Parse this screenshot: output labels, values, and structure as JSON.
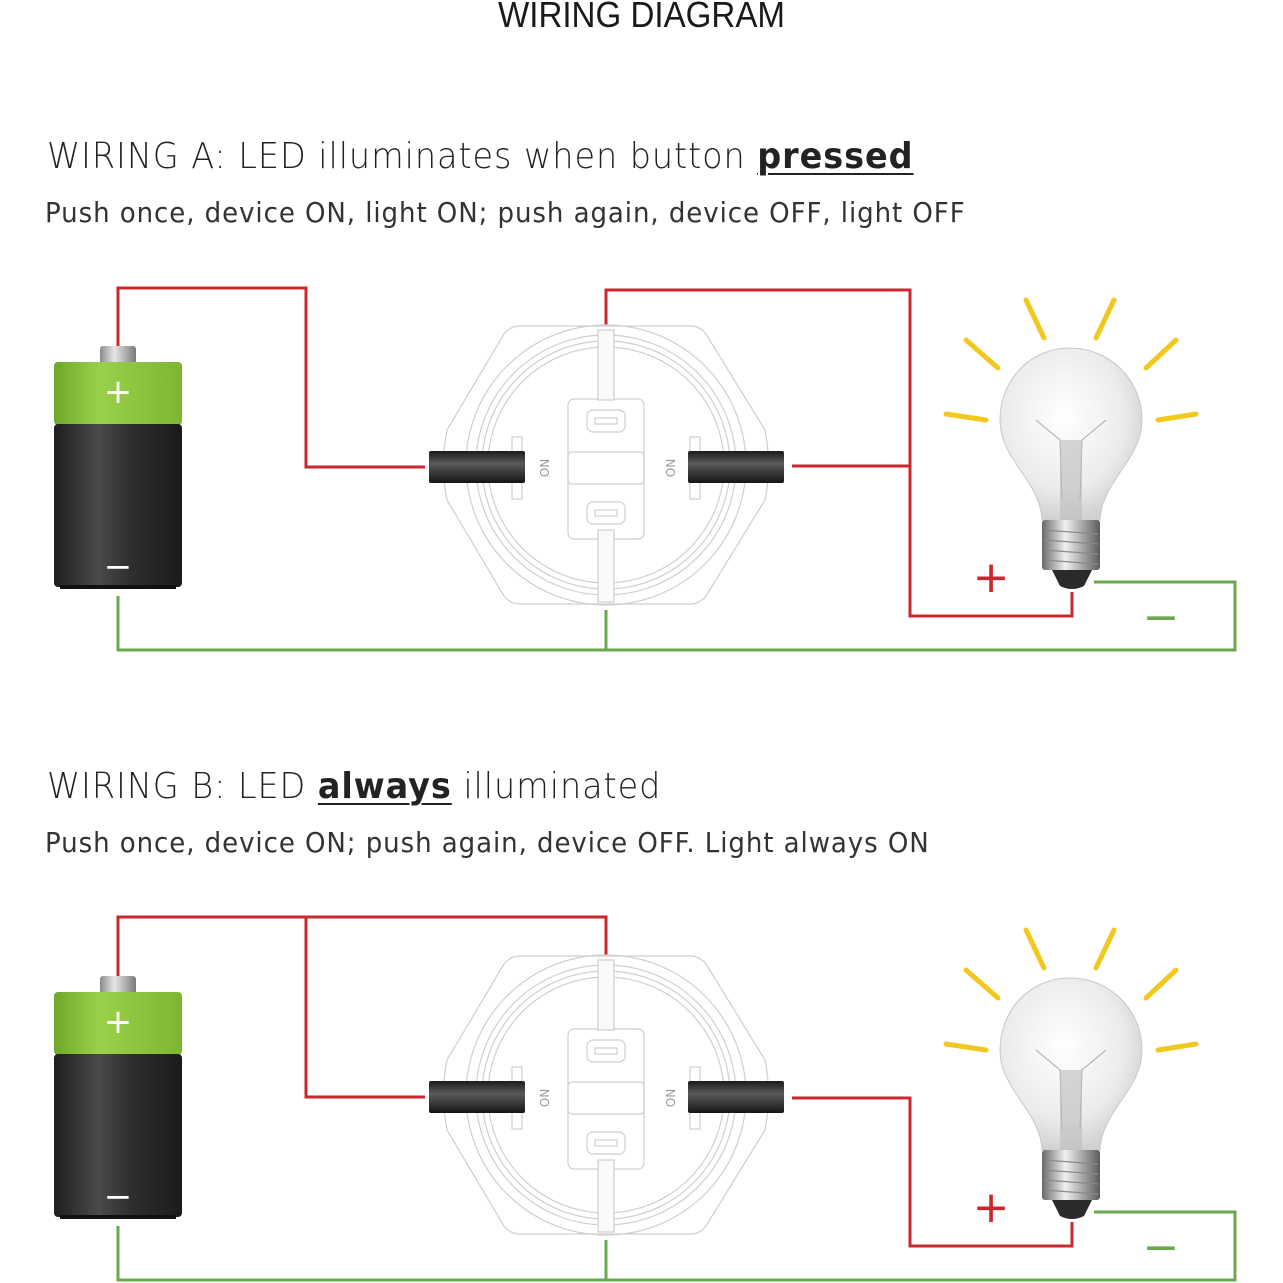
{
  "title": "WIRING DIAGRAM",
  "wiring_a": {
    "heading_prefix": "WIRING A: LED illuminates when button ",
    "heading_emphasis": "pressed",
    "heading_suffix": "",
    "description": "Push once, device ON, light ON; push again, device OFF, light OFF",
    "switch_label_left": "NO",
    "switch_label_right": "NO",
    "battery_plus": "+",
    "battery_minus": "−",
    "bulb_plus": "+",
    "bulb_minus": "−"
  },
  "wiring_b": {
    "heading_prefix": "WIRING B: LED ",
    "heading_emphasis": "always",
    "heading_suffix": " illuminated",
    "description": "Push once, device ON; push again, device OFF. Light always ON",
    "switch_label_left": "NO",
    "switch_label_right": "NO",
    "battery_plus": "+",
    "battery_minus": "−",
    "bulb_plus": "+",
    "bulb_minus": "−"
  },
  "colors": {
    "positive_wire": "#c8282e",
    "negative_wire": "#6aa84f",
    "battery_top": "#8cc63f",
    "battery_body": "#2b2b2b",
    "rays": "#f2c81e"
  }
}
